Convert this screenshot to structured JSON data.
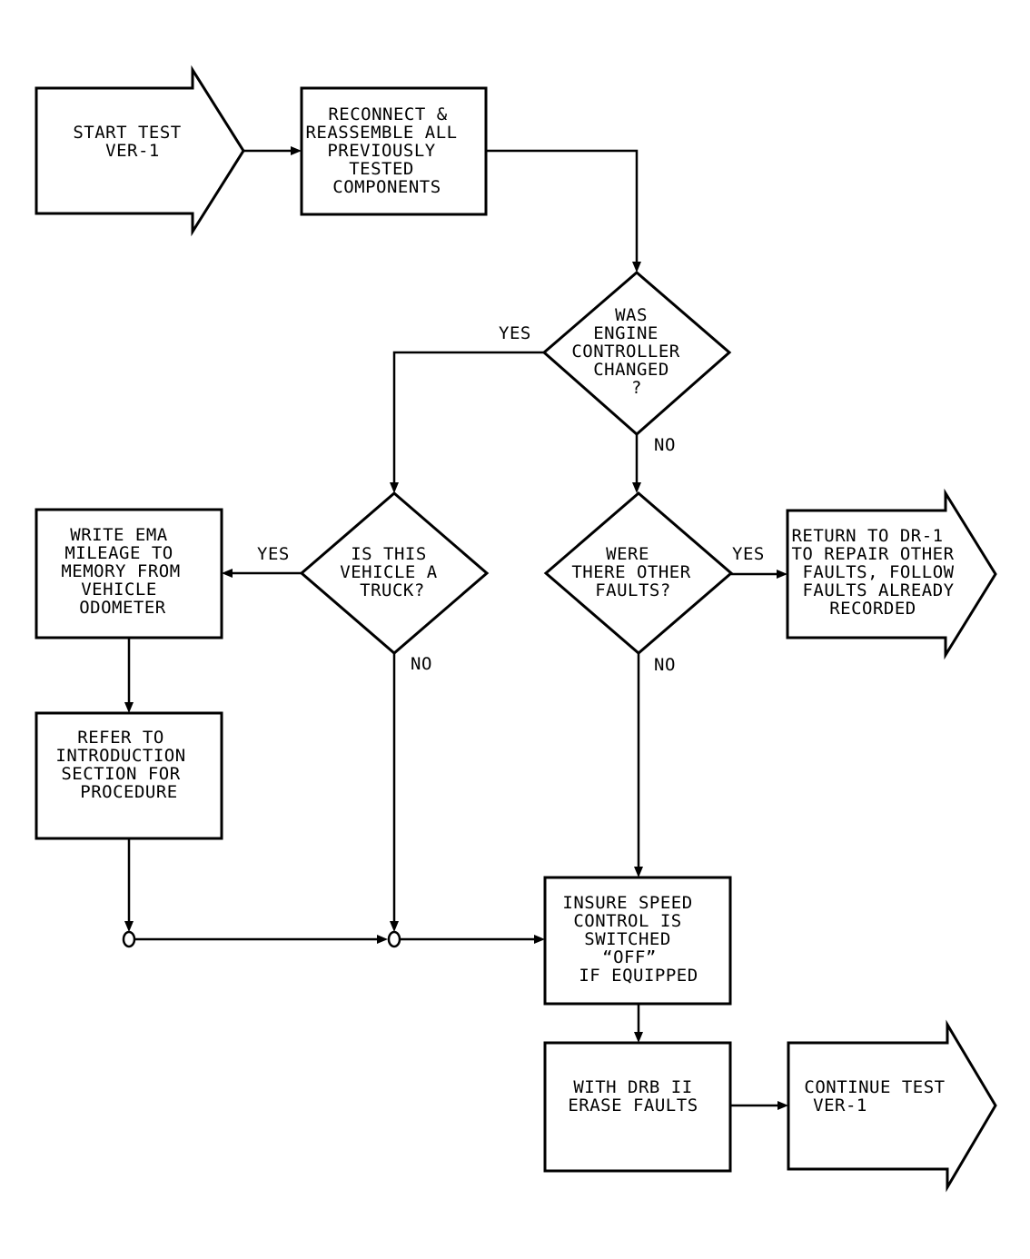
{
  "nodes": {
    "start": {
      "lines": [
        "START TEST",
        "VER-1"
      ]
    },
    "reconnect": {
      "lines": [
        "RECONNECT &",
        "REASSEMBLE ALL",
        "PREVIOUSLY",
        "TESTED",
        "COMPONENTS"
      ]
    },
    "controller_changed": {
      "lines": [
        "WAS",
        "ENGINE",
        "CONTROLLER",
        "CHANGED",
        "?"
      ]
    },
    "is_truck": {
      "lines": [
        "IS THIS",
        "VEHICLE A",
        "TRUCK?"
      ]
    },
    "other_faults": {
      "lines": [
        "WERE",
        "THERE OTHER",
        "FAULTS?"
      ]
    },
    "write_ema": {
      "lines": [
        "WRITE EMA",
        "MILEAGE TO",
        "MEMORY FROM",
        "VEHICLE",
        "ODOMETER"
      ]
    },
    "refer_intro": {
      "lines": [
        "REFER TO",
        "INTRODUCTION",
        "SECTION FOR",
        "PROCEDURE"
      ]
    },
    "return_dr1": {
      "lines": [
        "RETURN TO DR-1",
        "TO REPAIR OTHER",
        "FAULTS, FOLLOW",
        "FAULTS ALREADY",
        "RECORDED"
      ]
    },
    "speed_control": {
      "lines": [
        "INSURE SPEED",
        "CONTROL IS",
        "SWITCHED",
        "“OFF”",
        "IF EQUIPPED"
      ]
    },
    "erase_faults": {
      "lines": [
        "WITH DRB II",
        "ERASE FAULTS"
      ]
    },
    "continue": {
      "lines": [
        "CONTINUE TEST",
        "VER-1"
      ]
    }
  },
  "edge_labels": {
    "controller_yes": "YES",
    "controller_no": "NO",
    "truck_yes": "YES",
    "truck_no": "NO",
    "faults_yes": "YES",
    "faults_no": "NO"
  },
  "colors": {
    "ink": "#000000",
    "paper": "#ffffff"
  }
}
